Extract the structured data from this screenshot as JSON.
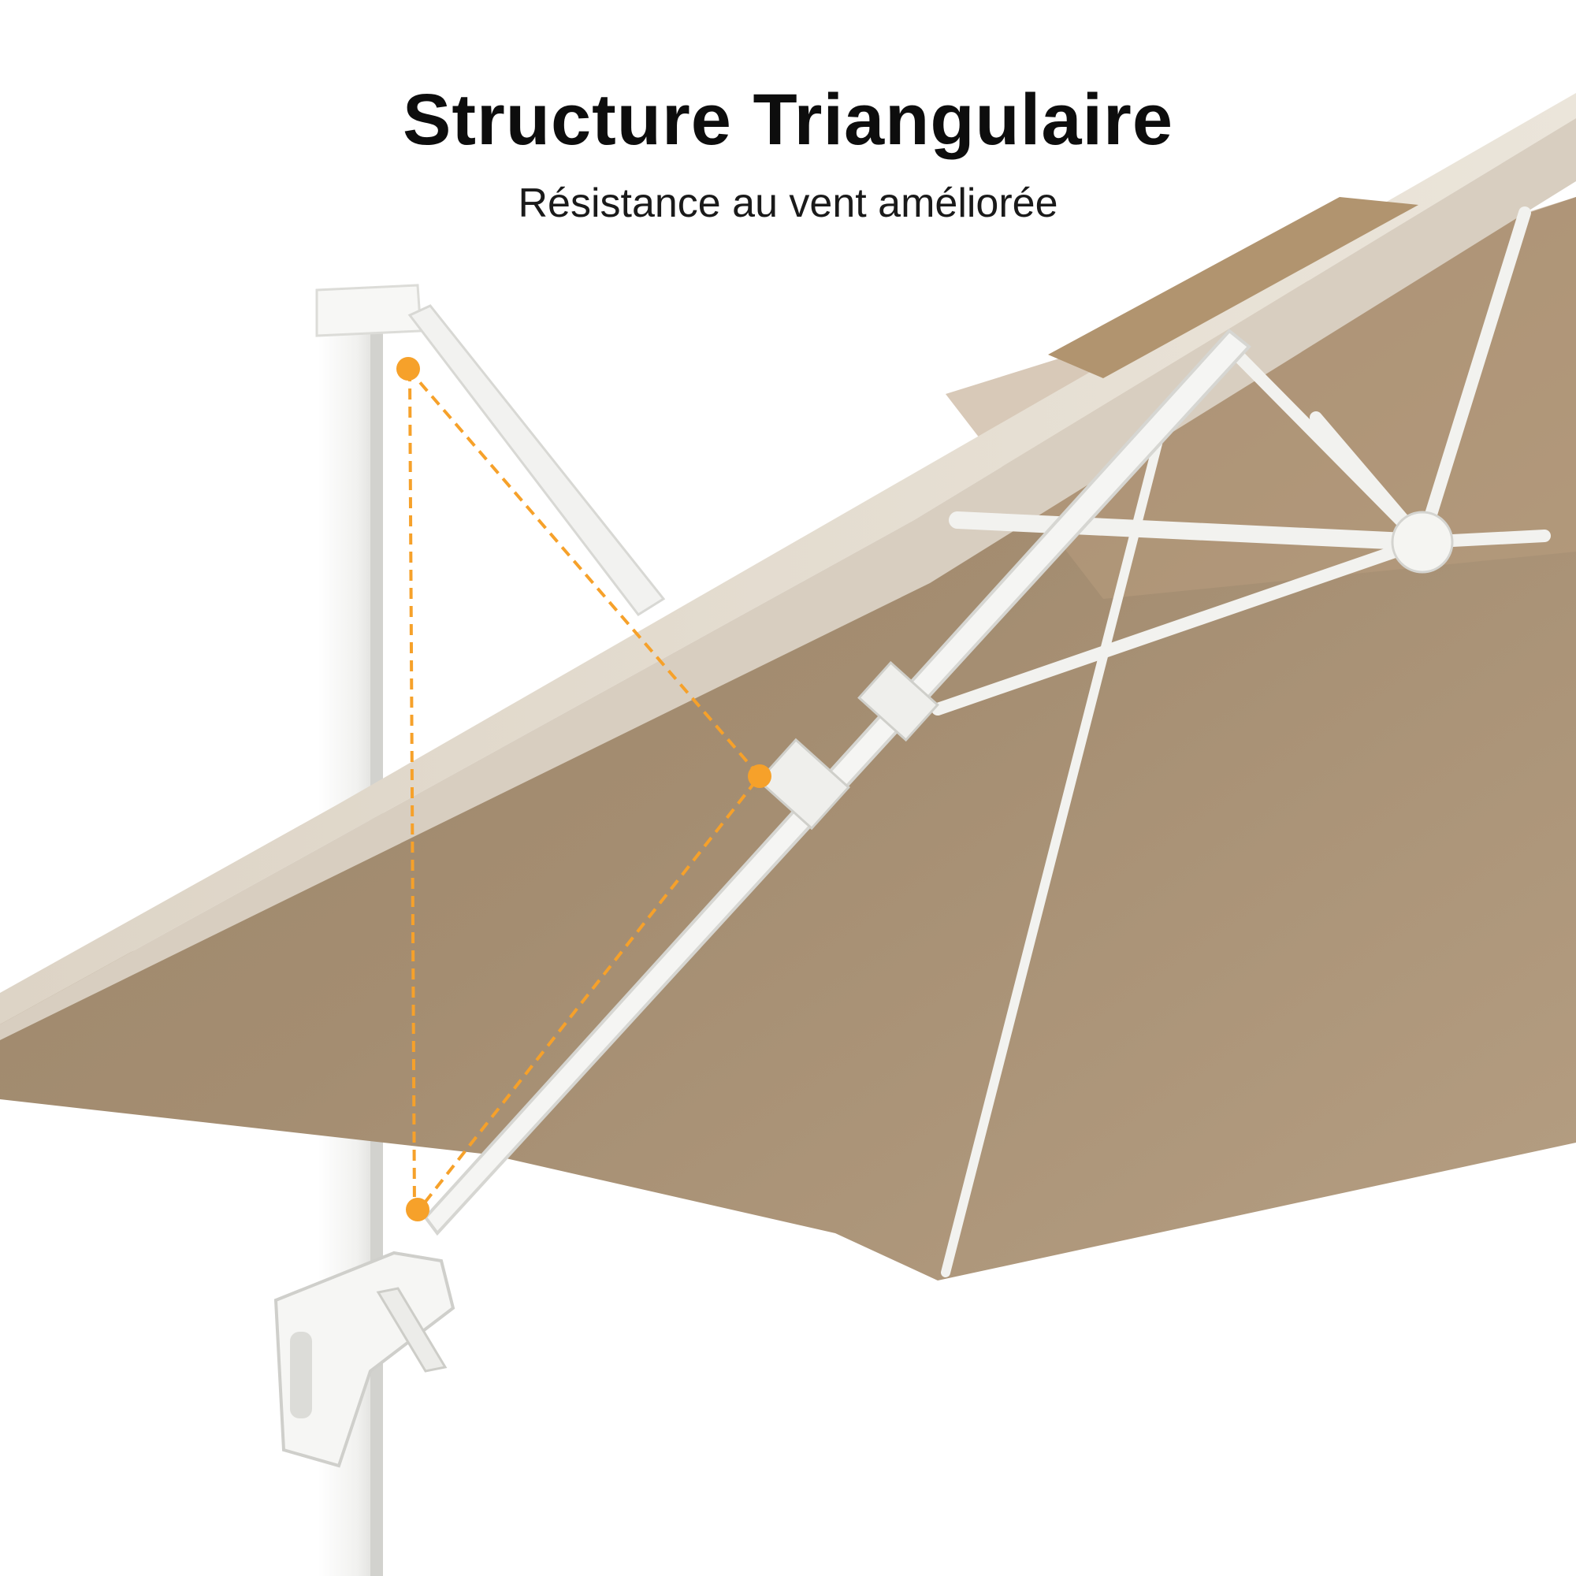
{
  "heading": {
    "title": "Structure Triangulaire",
    "subtitle": "Résistance au vent améliorée"
  },
  "colors": {
    "background": "#ffffff",
    "canopy_top": "#e8e1d6",
    "canopy_underside": "#a58d70",
    "frame": "#f4f4f2",
    "accent": "#f6a12a"
  },
  "illustration": {
    "subject": "cantilever-umbrella-underside",
    "marker_count": 3
  }
}
